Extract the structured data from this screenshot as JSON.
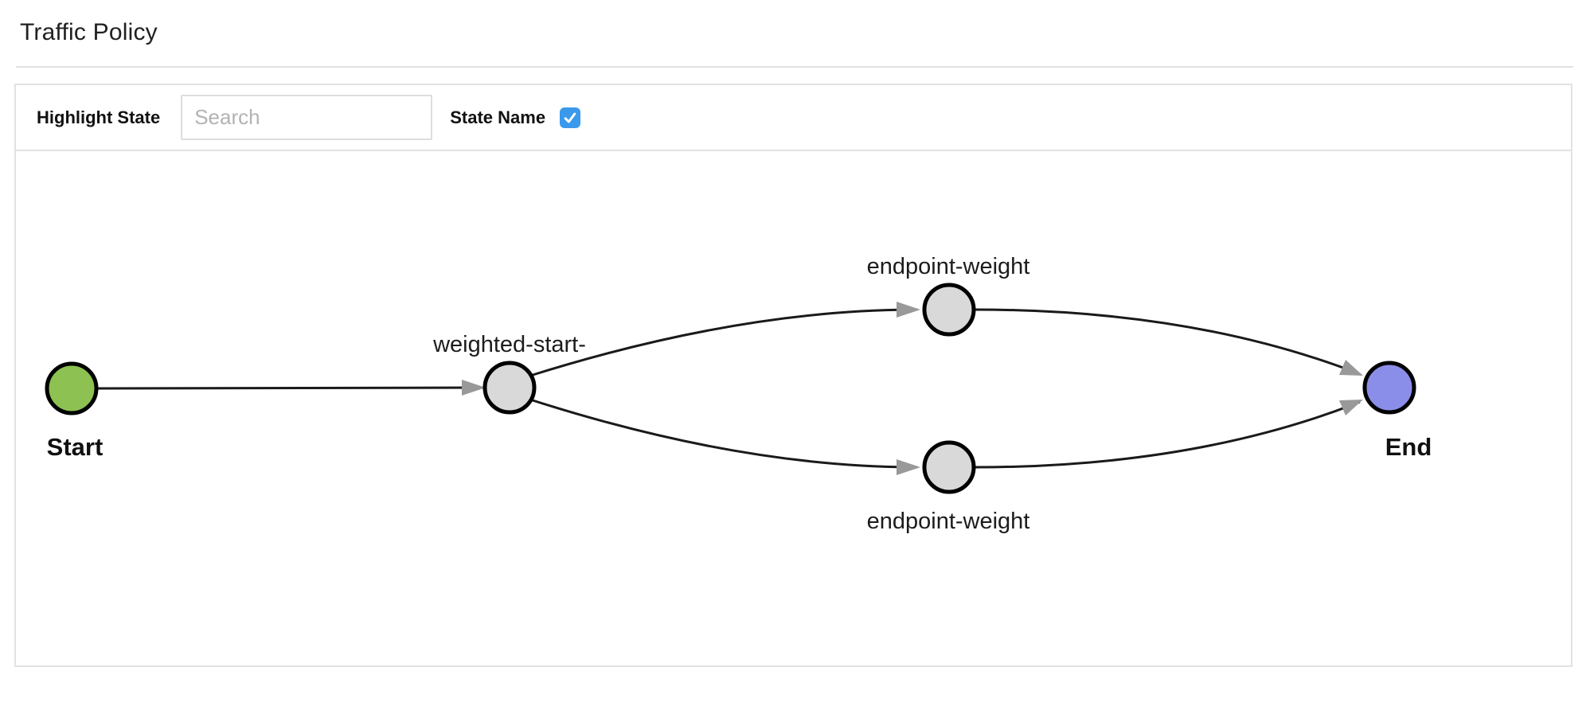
{
  "header": {
    "title": "Traffic Policy"
  },
  "toolbar": {
    "highlight_state_label": "Highlight State",
    "search": {
      "placeholder": "Search",
      "value": ""
    },
    "state_name_label": "State Name",
    "state_name_checked": true
  },
  "colors": {
    "start_node_fill": "#8dc152",
    "end_node_fill": "#8b8ee9",
    "intermediate_node_fill": "#d9d9d9",
    "node_border": "#000000",
    "edge_line": "#1a1a1a",
    "arrowhead": "#999999",
    "checkbox_blue": "#3b99ec"
  },
  "graph": {
    "nodes": [
      {
        "id": "start",
        "label": "Start",
        "type": "start"
      },
      {
        "id": "weighted-start-",
        "label": "weighted-start-",
        "type": "state"
      },
      {
        "id": "endpoint-weight-top",
        "label": "endpoint-weight",
        "type": "state"
      },
      {
        "id": "endpoint-weight-bottom",
        "label": "endpoint-weight",
        "type": "state"
      },
      {
        "id": "end",
        "label": "End",
        "type": "end"
      }
    ],
    "edges": [
      {
        "from": "start",
        "to": "weighted-start-"
      },
      {
        "from": "weighted-start-",
        "to": "endpoint-weight-top"
      },
      {
        "from": "weighted-start-",
        "to": "endpoint-weight-bottom"
      },
      {
        "from": "endpoint-weight-top",
        "to": "end"
      },
      {
        "from": "endpoint-weight-bottom",
        "to": "end"
      }
    ]
  }
}
